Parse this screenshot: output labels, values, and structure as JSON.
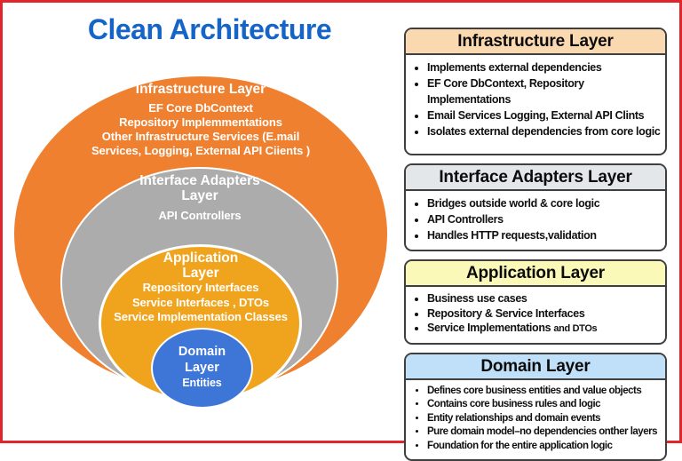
{
  "page": {
    "title": "Clean Architecture",
    "title_color": "#1565C8",
    "frame_border_color": "#E2242B",
    "background": "#FFFFFF"
  },
  "diagram": {
    "layers": [
      {
        "id": "infrastructure",
        "title": "Infrastructure Layer",
        "lines": [
          "EF Core DbContext",
          "Repository Implemmentations",
          "Other Infrastructure Services (E.mail",
          "Services, Logging, External API Ciients )"
        ],
        "color": "#EF8030",
        "text_color": "#FFFFFF"
      },
      {
        "id": "interface-adapters",
        "title_line1": "Interface Adapters",
        "title_line2": "Layer",
        "lines": [
          "API Controllers"
        ],
        "color": "#ACACAC",
        "text_color": "#FFFFFF"
      },
      {
        "id": "application",
        "title_line1": "Application",
        "title_line2": "Layer",
        "lines": [
          "Repository Interfaces",
          "Service Interfaces  , DTOs",
          "Service Implementation Classes"
        ],
        "color": "#F0A41E",
        "text_color": "#FFFFFF"
      },
      {
        "id": "domain",
        "title_line1": "Domain",
        "title_line2": "Layer",
        "lines": [
          "Entities"
        ],
        "color": "#3E76D7",
        "text_color": "#FFFFFF"
      }
    ]
  },
  "panels": [
    {
      "title": "Infrastructure Layer",
      "header_bg": "#FAD9B1",
      "bullets": [
        "Implements external dependencies",
        "EF Core DbContext, Repository Implementations",
        "Email Services Logging, External API Clints",
        "Isolates external dependencies from core logic"
      ]
    },
    {
      "title": "Interface Adapters Layer",
      "header_bg": "#E3E7E9",
      "bullets": [
        "Bridges outside world & core logic",
        "API Controllers",
        "Handles HTTP requests,validation"
      ]
    },
    {
      "title": "Application Layer",
      "header_bg": "#FAF9B8",
      "bullets": [
        "Business use cases",
        "Repository & Service Interfaces",
        {
          "main": "Service Implementations ",
          "suffix": "and DTOs"
        }
      ]
    },
    {
      "title": "Domain Layer",
      "header_bg": "#BFE0F8",
      "bullets": [
        "Defines core business entities and value objects",
        "Contains core business rules and logic",
        "Entity relationships and domain events",
        "Pure domain model–no dependencies onther layers",
        "Foundation for the entire application logic"
      ]
    }
  ]
}
